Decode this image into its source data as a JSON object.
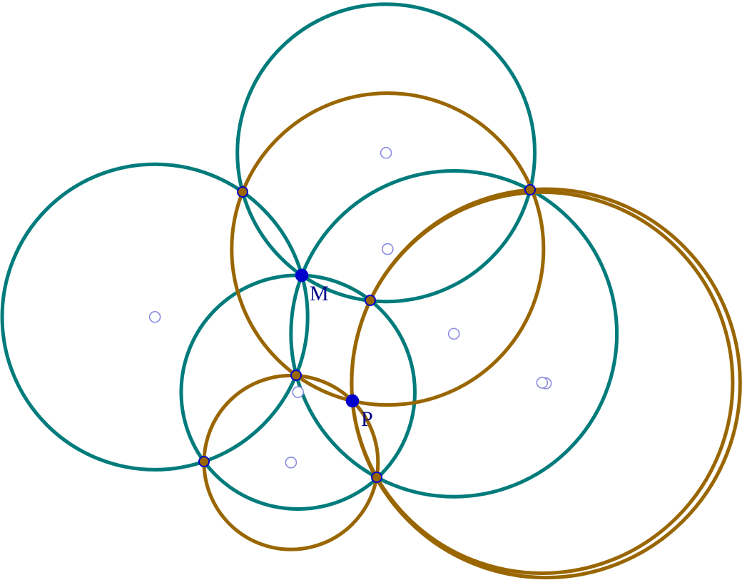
{
  "figure": {
    "colors": {
      "teal_circle": "#007b7b",
      "brown_circle": "#996600",
      "center_marker": "#8c8ce0",
      "point": "#0000cc",
      "label": "#00008b"
    },
    "main_points": [
      {
        "id": "M",
        "label": "M"
      },
      {
        "id": "P",
        "label": "P"
      }
    ],
    "intersection_points": [
      "A",
      "B",
      "C",
      "D",
      "E",
      "F"
    ],
    "teal_circles": [
      {
        "id": "c1",
        "through": [
          "A",
          "B",
          "C"
        ],
        "center_marker": true
      },
      {
        "id": "c2",
        "through": [
          "A",
          "M",
          "D"
        ],
        "center_marker": true
      },
      {
        "id": "c3",
        "through": [
          "B",
          "M",
          "E"
        ],
        "center_marker": true
      },
      {
        "id": "c4",
        "through": [
          "M",
          "D",
          "F"
        ],
        "center_marker": true
      }
    ],
    "brown_circles": [
      {
        "id": "b1",
        "through": [
          "A",
          "C",
          "P"
        ],
        "center_marker": true
      },
      {
        "id": "b2",
        "through": [
          "B",
          "P",
          "F"
        ],
        "center_marker": true
      },
      {
        "id": "b3",
        "through": [
          "D",
          "E",
          "P"
        ],
        "center_marker": true
      },
      {
        "id": "b4",
        "through": [
          "E",
          "F",
          "P"
        ],
        "center_marker": true
      }
    ]
  }
}
